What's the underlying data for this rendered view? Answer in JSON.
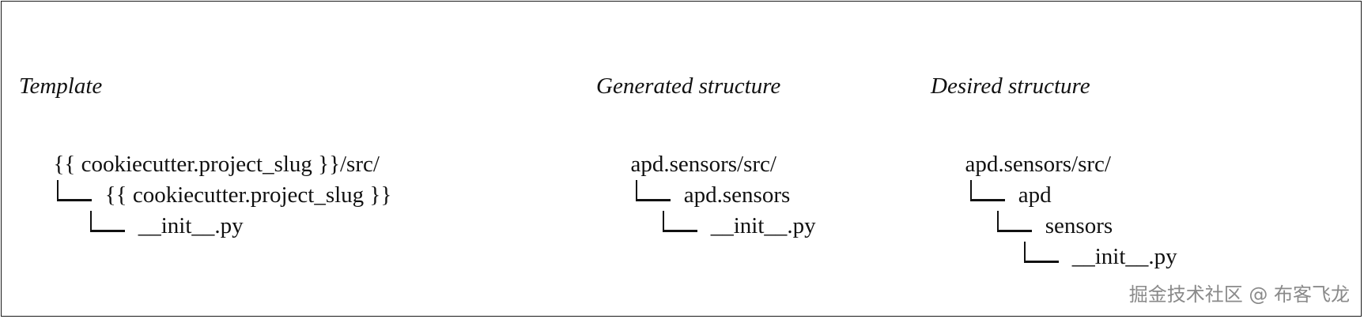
{
  "template": {
    "heading": "Template",
    "lines": [
      {
        "text": "{{ cookiecutter.project_slug }}/src/"
      },
      {
        "text": "{{ cookiecutter.project_slug }}"
      },
      {
        "text": "__init__.py"
      }
    ]
  },
  "generated": {
    "heading": "Generated structure",
    "lines": [
      {
        "text": "apd.sensors/src/"
      },
      {
        "text": "apd.sensors"
      },
      {
        "text": "__init__.py"
      }
    ]
  },
  "desired": {
    "heading": "Desired structure",
    "lines": [
      {
        "text": "apd.sensors/src/"
      },
      {
        "text": "apd"
      },
      {
        "text": "sensors"
      },
      {
        "text": "__init__.py"
      }
    ]
  },
  "watermark": {
    "text": "掘金技术社区 @ 布客飞龙"
  }
}
